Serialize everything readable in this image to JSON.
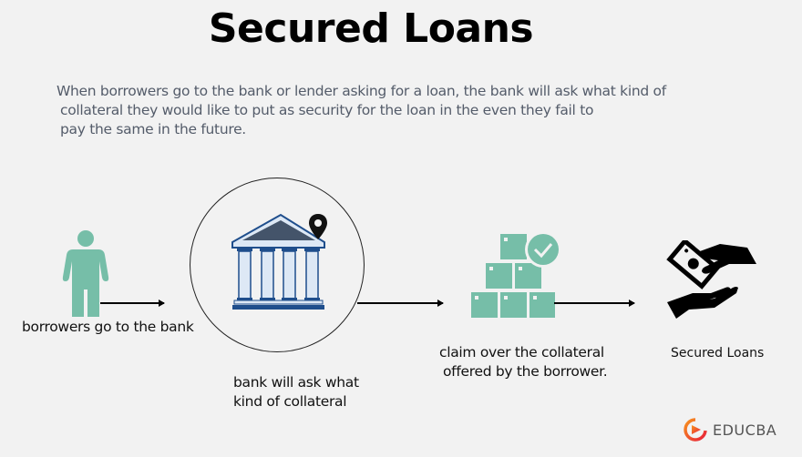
{
  "title": "Secured Loans",
  "description": {
    "lines": [
      "When borrowers go to the bank or lender asking for a loan, the bank will ask what kind of",
      "collateral they would like to put as security for the loan in the even they fail to",
      "pay the same in the future."
    ]
  },
  "steps": [
    {
      "icon": "person-icon",
      "label": "borrowers go to the bank"
    },
    {
      "icon": "bank-icon",
      "label_lines": [
        "bank will ask what",
        "kind of collateral"
      ]
    },
    {
      "icon": "collateral-boxes-icon",
      "label_lines": [
        "claim over the collateral",
        "offered by the borrower."
      ]
    },
    {
      "icon": "money-hand-icon",
      "label": "Secured Loans"
    }
  ],
  "colors": {
    "accent_teal": "#76bea8",
    "bank_blue": "#1f4e8c",
    "bank_light": "#dde8f5",
    "bank_roof": "#44546a",
    "text_desc": "#545c6a",
    "background": "#f2f2f2"
  },
  "logo": {
    "text": "EDUCBA"
  }
}
